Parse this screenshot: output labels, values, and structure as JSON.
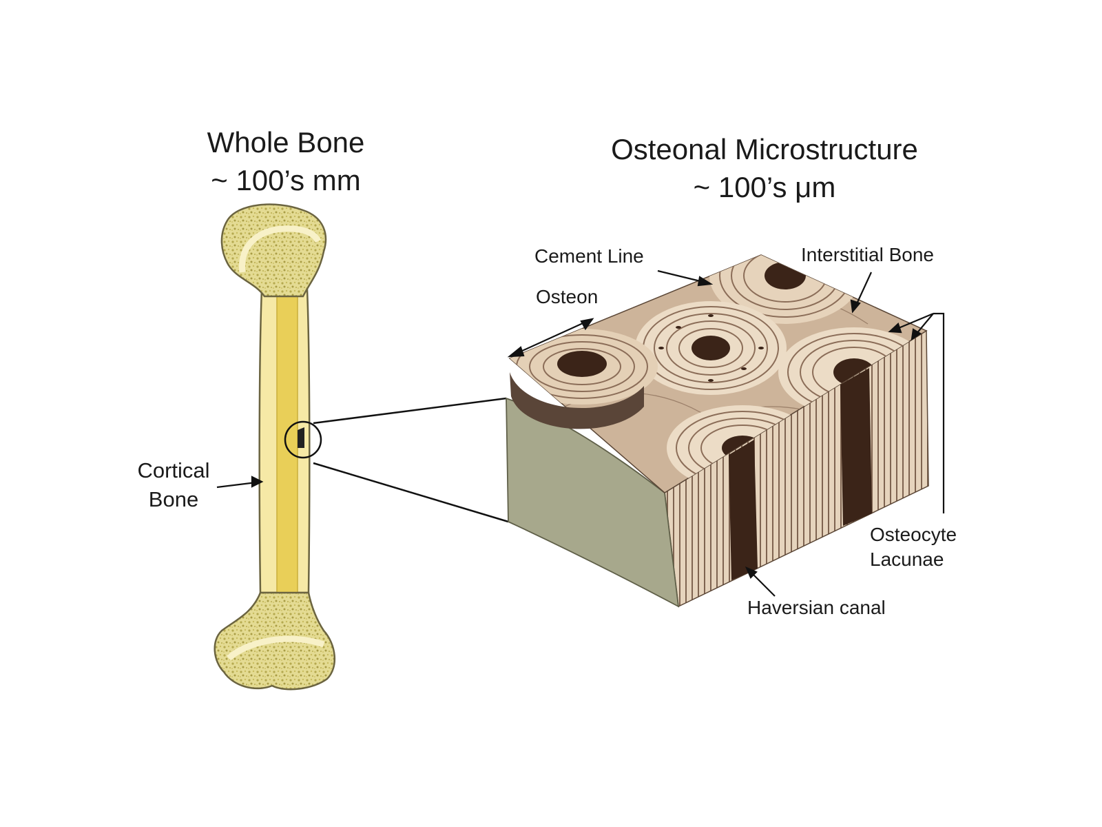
{
  "whole_bone": {
    "title": "Whole Bone",
    "scale": "~ 100’s mm",
    "cortical_label_line1": "Cortical",
    "cortical_label_line2": "Bone"
  },
  "micro": {
    "title": "Osteonal Microstructure",
    "scale": "~ 100’s μm",
    "labels": {
      "cement_line": "Cement Line",
      "interstitial_bone": "Interstitial Bone",
      "osteon": "Osteon",
      "osteocyte_line1": "Osteocyte",
      "osteocyte_line2": "Lacunae",
      "haversian_canal": "Haversian canal"
    }
  },
  "colors": {
    "bone_yellow": "#f6e9a6",
    "marrow_yellow": "#e9cf58",
    "spongy": "#d9cf7c",
    "lamella_light": "#e8d7c1",
    "lamella_dark": "#8b6d58",
    "canal": "#3b2418",
    "periosteum": "#a7a88c"
  }
}
